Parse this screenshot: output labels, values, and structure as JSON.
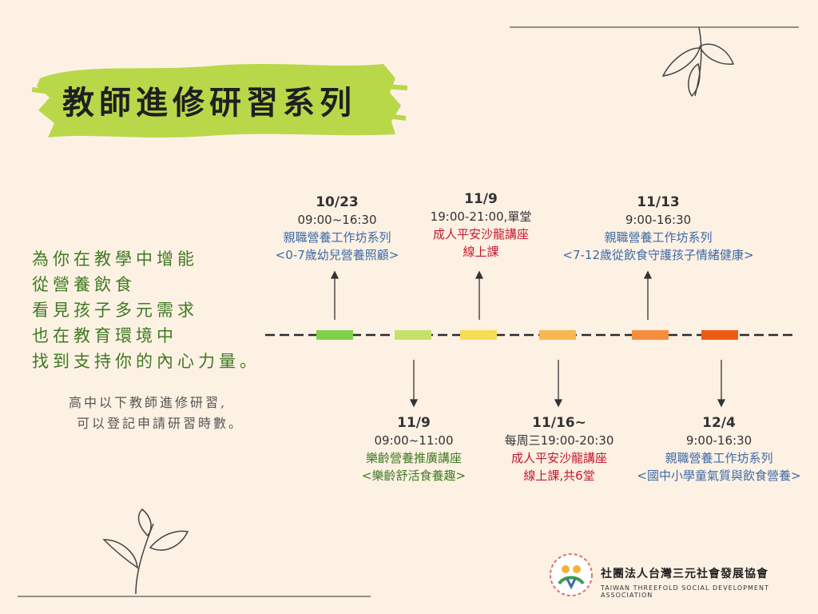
{
  "title": "教師進修研習系列",
  "intro_lines": [
    "為你在教學中增能",
    "從營養飲食",
    "看見孩子多元需求",
    "也在教育環境中",
    "找到支持你的內心力量。"
  ],
  "note_lines": [
    "高中以下教師進修研習,",
    "可以登記申請研習時數。"
  ],
  "events_top": [
    {
      "date": "10/23",
      "time": "09:00~16:30",
      "line1": "親職營養工作坊系列",
      "line2": "<0-7歲幼兒營養照顧>",
      "color": "blue"
    },
    {
      "date": "11/9",
      "time": "19:00-21:00,單堂",
      "line1": "成人平安沙龍講座",
      "line2": "線上課",
      "color": "red"
    },
    {
      "date": "11/13",
      "time": "9:00-16:30",
      "line1": "親職營養工作坊系列",
      "line2": "<7-12歲從飲食守護孩子情緒健康>",
      "color": "blue"
    }
  ],
  "events_bottom": [
    {
      "date": "11/9",
      "time": "09:00~11:00",
      "line1": "樂齡營養推廣講座",
      "line2": "<樂齡舒活食養趣>",
      "color": "green"
    },
    {
      "date": "11/16~",
      "time": "每周三19:00-20:30",
      "line1": "成人平安沙龍講座",
      "line2": "線上課,共6堂",
      "color": "red"
    },
    {
      "date": "12/4",
      "time": "9:00-16:30",
      "line1": "親職營養工作坊系列",
      "line2": "<國中小學童氣質與飲食營養>",
      "color": "blue"
    }
  ],
  "segment_colors": [
    "#7fd04a",
    "#c4e26a",
    "#f7dc56",
    "#f8b851",
    "#f58d3f",
    "#ef5a12"
  ],
  "org": {
    "name": "社團法人台灣三元社會發展協會",
    "english": "TAIWAN THREEFOLD SOCIAL DEVELOPMENT ASSOCIATION"
  }
}
